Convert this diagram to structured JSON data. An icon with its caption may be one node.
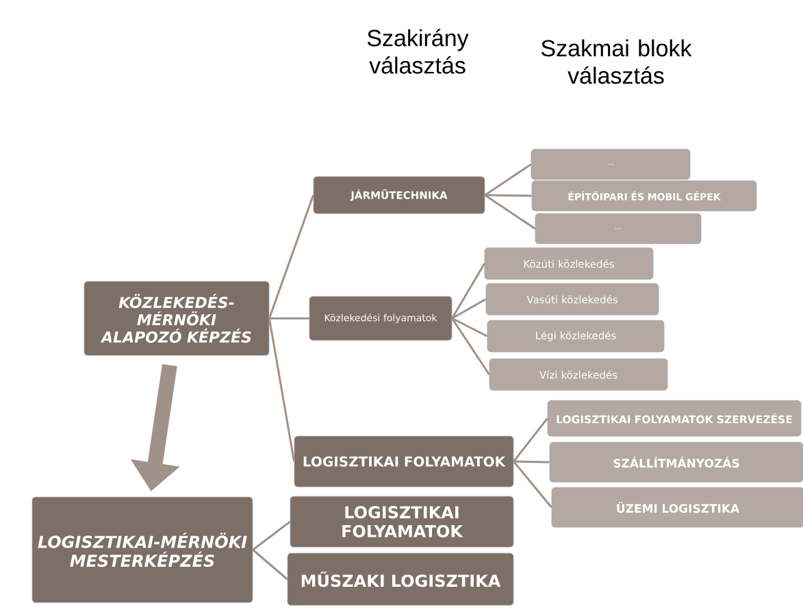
{
  "diagram": {
    "nodes": [
      {
        "text": [
          "KÖZLEKEDÉS-MÉRNÖKI ALAPOZÓ KÉPZÉS"
        ]
      },
      {
        "text": [
          "JÁRMŰTECHNIKA"
        ]
      },
      {
        "text": [
          "..."
        ]
      },
      {
        "text": [
          "ÉPÍTŐIPARI ÉS MOBIL GÉPEK"
        ]
      },
      {
        "text": [
          "..."
        ]
      },
      {
        "text": [
          "Közlekedési folyamatok"
        ]
      },
      {
        "text": [
          "Közúti közlekedés"
        ]
      },
      {
        "text": [
          "Vasúti közlekedés"
        ]
      },
      {
        "text": [
          "Légi közlekedés"
        ]
      },
      {
        "text": [
          "Vízi közlekedés"
        ]
      },
      {
        "text": [
          "LOGISZTIKAI FOLYAMATOK"
        ]
      },
      {
        "text": [
          "LOGISZTIKAI FOLYAMATOK SZERVEZÉSE"
        ]
      },
      {
        "text": [
          "SZÁLLÍTMÁNYOZÁS"
        ]
      },
      {
        "text": [
          "ÜZEMI LOGISZTIKA"
        ]
      },
      {
        "text": [
          "LOGISZTIKAI-MÉRNÖKI MESTERKÉPZÉS"
        ]
      },
      {
        "text": [
          "LOGISZTIKAI FOLYAMATOK"
        ]
      },
      {
        "text": [
          "MŰSZAKI LOGISZTIKA"
        ]
      }
    ],
    "edges": [
      {
        "from": 0,
        "to": 1,
        "arrow": "none"
      },
      {
        "from": 0,
        "to": 5,
        "arrow": "none"
      },
      {
        "from": 0,
        "to": 10,
        "arrow": "none"
      },
      {
        "from": 1,
        "to": 2,
        "arrow": "none"
      },
      {
        "from": 1,
        "to": 3,
        "arrow": "none"
      },
      {
        "from": 1,
        "to": 4,
        "arrow": "none"
      },
      {
        "from": 5,
        "to": 6,
        "arrow": "none"
      },
      {
        "from": 5,
        "to": 7,
        "arrow": "none"
      },
      {
        "from": 5,
        "to": 8,
        "arrow": "none"
      },
      {
        "from": 5,
        "to": 9,
        "arrow": "none"
      },
      {
        "from": 10,
        "to": 11,
        "arrow": "none"
      },
      {
        "from": 10,
        "to": 12,
        "arrow": "none"
      },
      {
        "from": 10,
        "to": 13,
        "arrow": "none"
      },
      {
        "from": 14,
        "to": 15,
        "arrow": "none"
      },
      {
        "from": 14,
        "to": 16,
        "arrow": "none"
      },
      {
        "from": 0,
        "to": 14,
        "arrow": "to",
        "style": "thick"
      }
    ],
    "labels": [
      "Szakirány választás",
      "Szakmai blokk választás"
    ]
  }
}
